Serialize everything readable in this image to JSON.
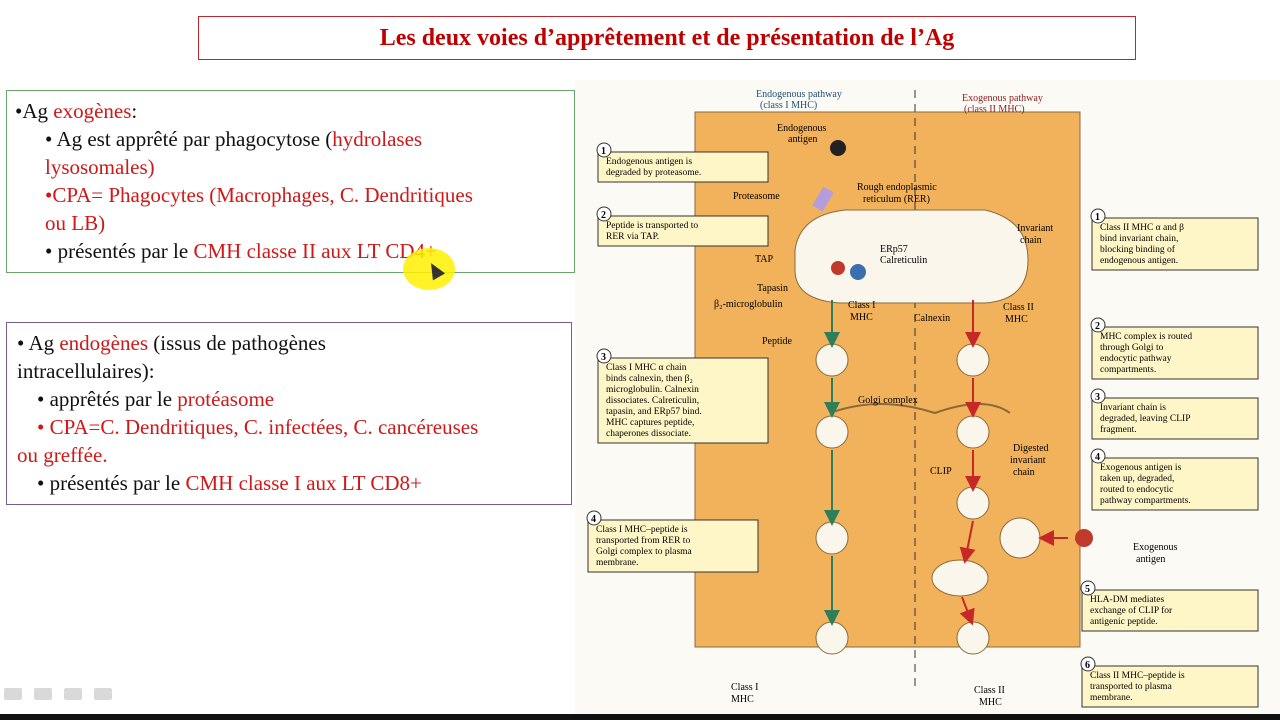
{
  "title": "Les deux voies d’apprêtement et de présentation de l’Ag",
  "exo": {
    "l1_a": "•Ag ",
    "l1_b": "exogènes",
    "l1_c": ":",
    "l2_a": "• Ag est apprêté par phagocytose (",
    "l2_b": "hydrolases",
    "l3": "lysosomales)",
    "l4": "•CPA= Phagocytes (Macrophages, C. Dendritiques",
    "l5": "ou LB)",
    "l6_a": "• présentés par le ",
    "l6_b": "CMH classe II aux LT CD4+"
  },
  "endo": {
    "l1_a": "• Ag ",
    "l1_b": "endogènes",
    "l1_c": " (issus de pathogènes",
    "l2": "intracellulaires):",
    "l3_a": "•   apprêtés par le ",
    "l3_b": "protéasome",
    "l4": "•   CPA=C. Dendritiques, C. infectées, C. cancéreuses",
    "l5": "ou greffée.",
    "l6_a": "•   présentés par le ",
    "l6_b": "CMH classe I aux LT CD8+"
  },
  "diagram": {
    "endo_header_1": "Endogenous pathway",
    "endo_header_2": "(class I MHC)",
    "exo_header_1": "Exogenous pathway",
    "exo_header_2": "(class II MHC)",
    "endogenous_antigen_1": "Endogenous",
    "endogenous_antigen_2": "antigen",
    "proteasome": "Proteasome",
    "rer_1": "Rough endoplasmic",
    "rer_2": "reticulum (RER)",
    "tap": "TAP",
    "tapasin": "Tapasin",
    "erp57": "ERp57",
    "calreticulin": "Calreticulin",
    "b2m": "β₂-microglobulin",
    "class1_mhc_1": "Class I",
    "class1_mhc_2": "MHC",
    "calnexin": "Calnexin",
    "invariant_1": "Invariant",
    "invariant_2": "chain",
    "class2_mhc_1": "Class II",
    "class2_mhc_2": "MHC",
    "peptide": "Peptide",
    "golgi": "Golgi complex",
    "digested_1": "Digested",
    "digested_2": "invariant",
    "digested_3": "chain",
    "clip": "CLIP",
    "exo_antigen_1": "Exogenous",
    "exo_antigen_2": "antigen",
    "bottom_c1_1": "Class I",
    "bottom_c1_2": "MHC",
    "bottom_c2_1": "Class II",
    "bottom_c2_2": "MHC",
    "left_notes": [
      {
        "num": "1",
        "lines": [
          "Endogenous antigen is",
          "degraded by proteasome."
        ]
      },
      {
        "num": "2",
        "lines": [
          "Peptide is transported to",
          "RER via TAP."
        ]
      },
      {
        "num": "3",
        "lines": [
          "Class I MHC α chain",
          "binds calnexin, then β₂",
          "microglobulin. Calnexin",
          "dissociates. Calreticulin,",
          "tapasin, and ERp57 bind.",
          "MHC captures peptide,",
          "chaperones dissociate."
        ]
      },
      {
        "num": "4",
        "lines": [
          "Class I MHC–peptide is",
          "transported from RER to",
          "Golgi complex to plasma",
          "membrane."
        ]
      }
    ],
    "right_notes": [
      {
        "num": "1",
        "lines": [
          "Class II MHC α and β",
          "bind invariant chain,",
          "blocking binding of",
          "endogenous antigen."
        ]
      },
      {
        "num": "2",
        "lines": [
          "MHC complex is routed",
          "through Golgi to",
          "endocytic pathway",
          "compartments."
        ]
      },
      {
        "num": "3",
        "lines": [
          "Invariant chain is",
          "degraded, leaving CLIP",
          "fragment."
        ]
      },
      {
        "num": "4",
        "lines": [
          "Exogenous antigen is",
          "taken up, degraded,",
          "routed to endocytic",
          "pathway compartments."
        ]
      },
      {
        "num": "5",
        "lines": [
          "HLA-DM mediates",
          "exchange of CLIP for",
          "antigenic peptide."
        ]
      },
      {
        "num": "6",
        "lines": [
          "Class II MHC–peptide is",
          "transported to plasma",
          "membrane."
        ]
      }
    ]
  }
}
